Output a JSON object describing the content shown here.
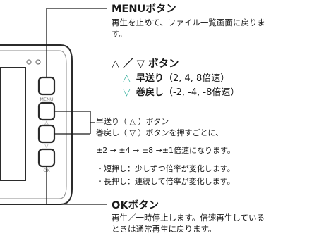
{
  "menu": {
    "heading": "MENUボタン",
    "desc_line1": "再生を止めて、ファイル一覧画面に戻りま",
    "desc_line2": "す。"
  },
  "updown": {
    "heading": "△ ／ ▽ ボタン",
    "ff_symbol": "△",
    "ff_label": "早送り",
    "ff_values": "（2, 4, 8倍速）",
    "rw_symbol": "▽",
    "rw_label": "巻戻し",
    "rw_values": "（-2, -4, -8倍速）"
  },
  "explain": {
    "line1": "早送り（ △ ）ボタン",
    "line2": "巻戻し（ ▽ ）ボタンを押すごとに、",
    "line3": "±2 → ±4 → ±8 →±1倍速になります。",
    "bullet1": "・短押し：少しずつ倍率が変化します。",
    "bullet2": "・長押し：連続して倍率が変化します。"
  },
  "ok": {
    "heading": "OKボタン",
    "desc_line1": "再生／一時停止します。倍速再生している",
    "desc_line2": "ときは通常再生に戻ります。"
  },
  "device": {
    "menu_label": "MENU",
    "up_label": "△",
    "down_label": "▽",
    "ok_label": "OK"
  },
  "colors": {
    "accent": "#3bb3a0",
    "ink": "#1a1a1a",
    "outline": "#2b2b2b"
  }
}
